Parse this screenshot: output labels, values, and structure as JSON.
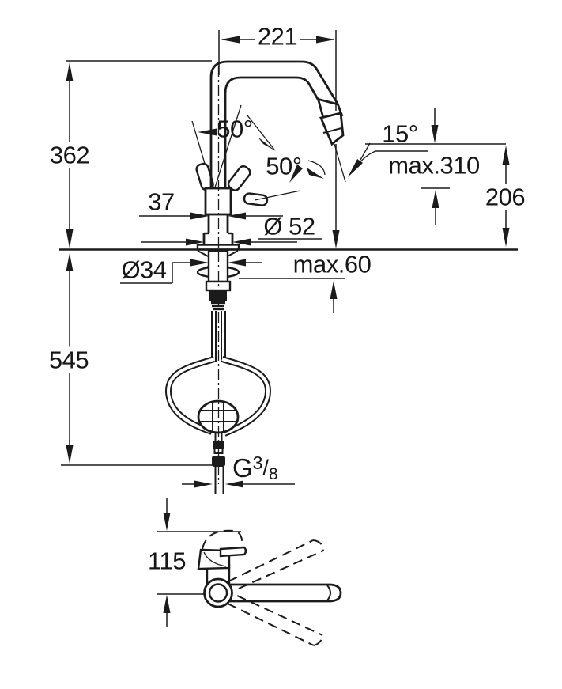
{
  "drawing": {
    "background": "#ffffff",
    "line_color": "#1b1b1b",
    "units": "mm",
    "subject": "pull-out kitchen faucet dimensional drawing",
    "labels": {
      "spout_reach": "221",
      "height_above_deck": "362",
      "handle_swivel_front": "50°",
      "handle_swivel_side": "50°",
      "spray_head_angle": "15°",
      "max_spout_height": "max.310",
      "outlet_height": "206",
      "body_width": "37",
      "base_diameter": "Ø 52",
      "shank_diameter": "Ø34",
      "max_deck_thickness": "max.60",
      "hose_length": "545",
      "thread_g": "G",
      "thread_numerator": "3",
      "thread_slash": "/",
      "thread_denominator": "8",
      "handle_clearance": "115"
    }
  }
}
